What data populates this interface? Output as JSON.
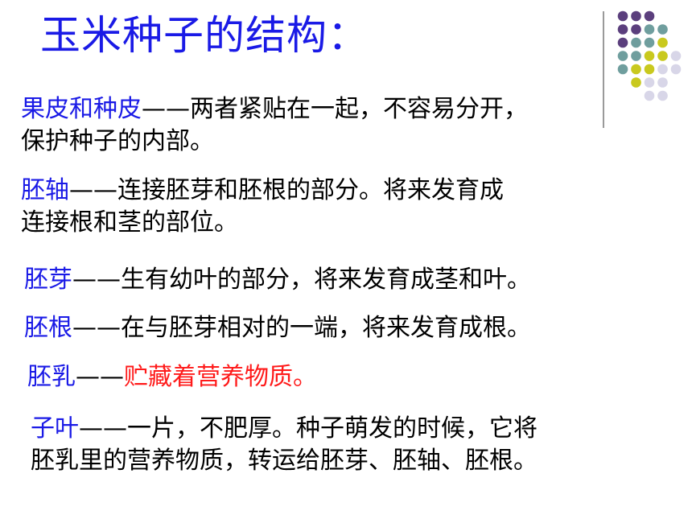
{
  "title": "玉米种子的结构：",
  "decor": {
    "colors": {
      "purple": "#5b3f7d",
      "teal": "#6f9e9e",
      "olive": "#c9c91e",
      "lavender": "#d8d6e8"
    }
  },
  "paragraphs": [
    {
      "term": "果皮和种皮",
      "dash": "——",
      "line1": "两者紧贴在一起，不容易分开，",
      "line2": "保护种子的内部。"
    },
    {
      "term": "胚轴",
      "dash": "——",
      "line1": "连接胚芽和胚根的部分。将来发育成",
      "line2": "连接根和茎的部位。"
    },
    {
      "term": "胚芽",
      "dash": "——",
      "line1": "生有幼叶的部分，将来发育成茎和叶。"
    },
    {
      "term": "胚根",
      "dash": "——",
      "line1": "在与胚芽相对的一端，将来发育成根。"
    },
    {
      "term": "胚乳",
      "dash": "——",
      "line1": "贮藏着营养物质。"
    },
    {
      "term": "子叶",
      "dash": "——",
      "line1": "一片，不肥厚。种子萌发的时候，它将",
      "line2": "胚乳里的营养物质，转运给胚芽、胚轴、胚根。"
    }
  ]
}
